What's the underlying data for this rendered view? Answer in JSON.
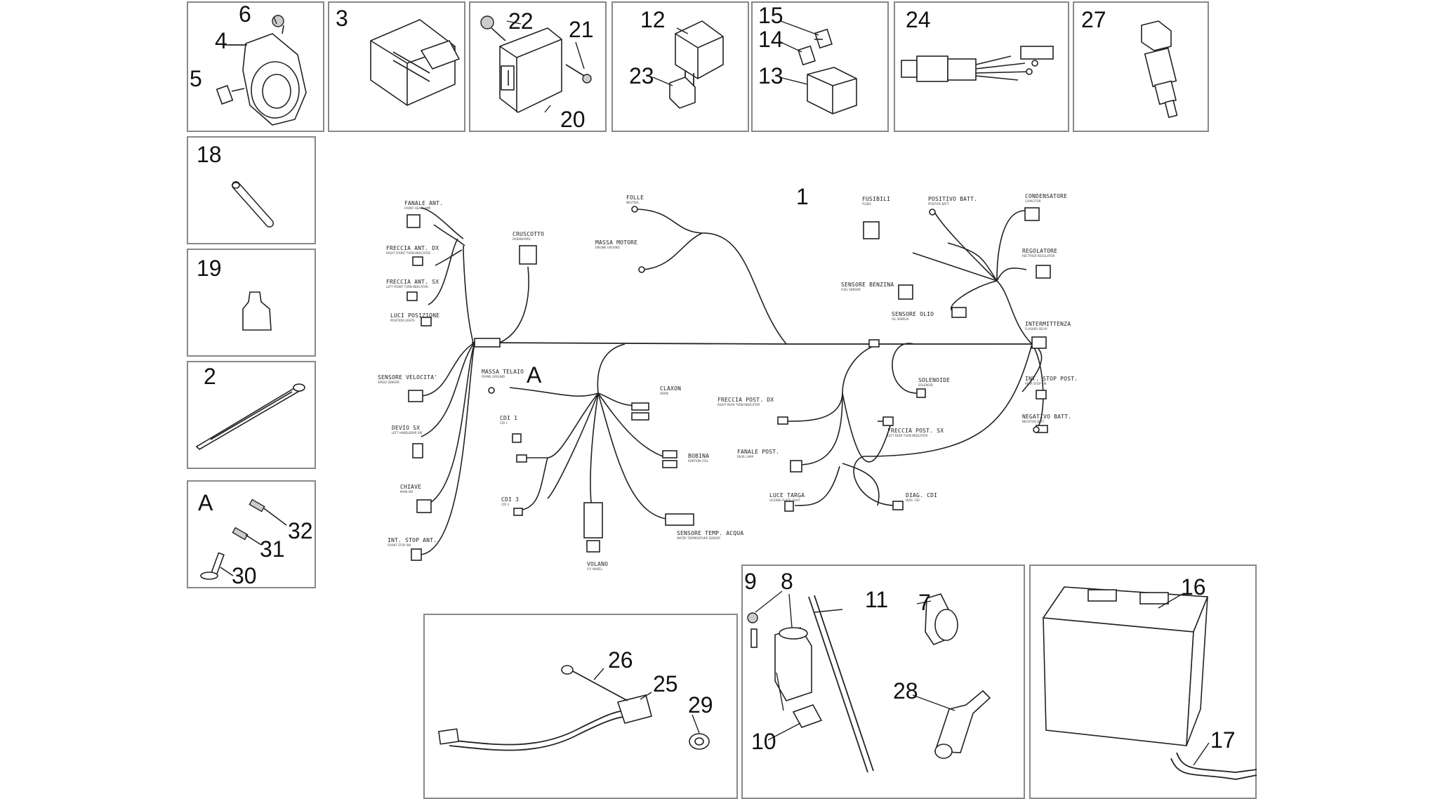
{
  "panels": {
    "p_4_5_6": {
      "nums": [
        "6",
        "4",
        "5"
      ]
    },
    "p_3": {
      "nums": [
        "3"
      ]
    },
    "p_20_21_22": {
      "nums": [
        "22",
        "21",
        "20"
      ]
    },
    "p_12_23": {
      "nums": [
        "12",
        "23"
      ]
    },
    "p_13_14_15": {
      "nums": [
        "15",
        "14",
        "13"
      ]
    },
    "p_24": {
      "nums": [
        "24"
      ]
    },
    "p_27": {
      "nums": [
        "27"
      ]
    },
    "p_18": {
      "nums": [
        "18"
      ]
    },
    "p_19": {
      "nums": [
        "19"
      ]
    },
    "p_2": {
      "nums": [
        "2"
      ]
    },
    "p_A": {
      "nums": [
        "A",
        "32",
        "31",
        "30"
      ]
    },
    "p_25_26_29": {
      "nums": [
        "26",
        "25",
        "29"
      ]
    },
    "p_7_to_11_28": {
      "nums": [
        "9",
        "8",
        "11",
        "7",
        "28",
        "10"
      ]
    },
    "p_16_17": {
      "nums": [
        "16",
        "17"
      ]
    }
  },
  "harness": {
    "number": "1",
    "detail_ref": "A",
    "labels": {
      "fanale_ant": {
        "it": "FANALE ANT.",
        "en": "FRONT HEADLAMP"
      },
      "freccia_ant_dx": {
        "it": "FRECCIA ANT. DX",
        "en": "RIGHT FRONT TURN INDICATOR"
      },
      "freccia_ant_sx": {
        "it": "FRECCIA ANT. SX",
        "en": "LEFT FRONT TURN INDICATOR"
      },
      "luci_posizione": {
        "it": "LUCI POSIZIONE",
        "en": "POSITION LIGHTS"
      },
      "sensore_velocita": {
        "it": "SENSORE VELOCITA'",
        "en": "SPEED SENSOR"
      },
      "devio_sx": {
        "it": "DEVIO SX",
        "en": "LEFT HANDLEBAR SW"
      },
      "chiave": {
        "it": "CHIAVE",
        "en": "MAIN SW"
      },
      "int_stop_ant": {
        "it": "INT. STOP ANT.",
        "en": "FRONT STOP SW"
      },
      "cruscotto": {
        "it": "CRUSCOTTO",
        "en": "DASHBOARD"
      },
      "folle": {
        "it": "FOLLE",
        "en": "NEUTRAL"
      },
      "massa_motore": {
        "it": "MASSA MOTORE",
        "en": "ENGINE GROUND"
      },
      "massa_telaio": {
        "it": "MASSA TELAIO",
        "en": "FRAME GROUND"
      },
      "cdi_1": {
        "it": "CDI 1",
        "en": "CDI 1"
      },
      "cdi_3": {
        "it": "CDI 3",
        "en": "CDI 3"
      },
      "claxon": {
        "it": "CLAXON",
        "en": "HORN"
      },
      "bobina": {
        "it": "BOBINA",
        "en": "IGNITION COIL"
      },
      "volano": {
        "it": "VOLANO",
        "en": "FLY WHEEL"
      },
      "sensore_temp_acqua": {
        "it": "SENSORE TEMP. ACQUA",
        "en": "WATER TEMPERATURE SENSOR"
      },
      "freccia_post_dx": {
        "it": "FRECCIA POST. DX",
        "en": "RIGHT REAR TURN INDICATOR"
      },
      "fanale_post": {
        "it": "FANALE POST.",
        "en": "REAR LAMP"
      },
      "luce_targa": {
        "it": "LUCE TARGA",
        "en": "LICENSE PLATE LIGHT"
      },
      "fusibili": {
        "it": "FUSIBILI",
        "en": "FUSES"
      },
      "positivo_batt": {
        "it": "POSITIVO BATT.",
        "en": "POSITIVE BATT."
      },
      "condensatore": {
        "it": "CONDENSATORE",
        "en": "CAPACITOR"
      },
      "regolatore": {
        "it": "REGOLATORE",
        "en": "RECTIFIER REGULATOR"
      },
      "sensore_benzina": {
        "it": "SENSORE BENZINA",
        "en": "FUEL SENSOR"
      },
      "sensore_olio": {
        "it": "SENSORE OLIO",
        "en": "OIL SENSOR"
      },
      "intermittenza": {
        "it": "INTERMITTENZA",
        "en": "FLASHER RELAY"
      },
      "solenoide": {
        "it": "SOLENOIDE",
        "en": "SOLENOID"
      },
      "int_stop_post": {
        "it": "INT. STOP POST.",
        "en": "REAR STOP SW"
      },
      "negativo_batt": {
        "it": "NEGATIVO BATT.",
        "en": "NEGATIVE BATT."
      },
      "freccia_post_sx": {
        "it": "FRECCIA POST. SX",
        "en": "LEFT REAR TURN INDICATOR"
      },
      "diag_cdi": {
        "it": "DIAG. CDI",
        "en": "DIAG. CDI"
      }
    }
  }
}
